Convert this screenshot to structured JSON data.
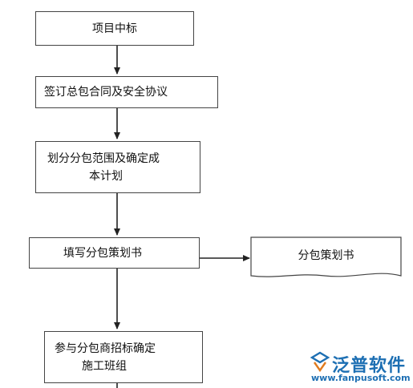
{
  "flow": {
    "step1": "项目中标",
    "step2": "签订总包合同及安全协议",
    "step3_line1": "划分分包范围及确定成",
    "step3_line2": "本计划",
    "step4": "填写分包策划书",
    "document": "分包策划书",
    "step5_line1": "参与分包商招标确定",
    "step5_line2": "施工班组"
  },
  "logo": {
    "brand": "泛普软件",
    "url": "www.fanpusoft.com",
    "icon": "fanpu-logo-icon",
    "color": "#1d6fb3"
  }
}
